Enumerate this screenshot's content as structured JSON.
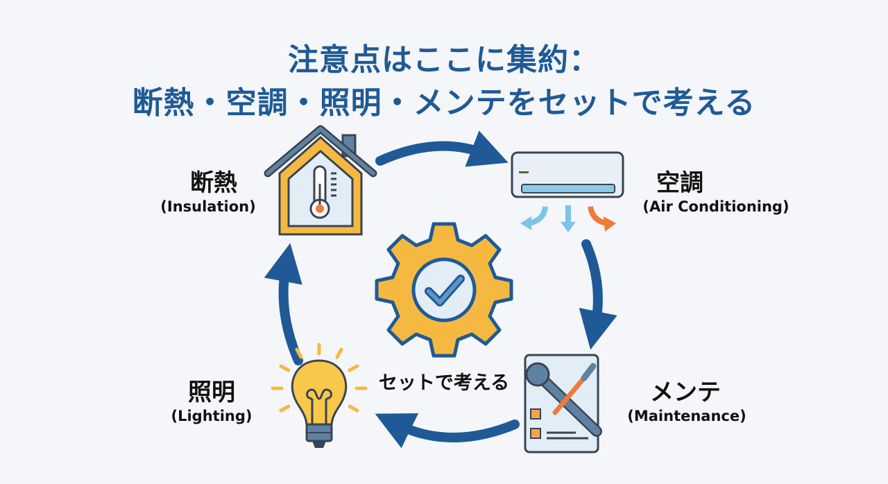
{
  "title": {
    "line1": "注意点はここに集約：",
    "line2": "断熱・空調・照明・メンテをセットで考える"
  },
  "nodes": {
    "insulation": {
      "jp": "断熱",
      "en": "(Insulation)",
      "icon": "house-thermometer-icon"
    },
    "air_conditioning": {
      "jp": "空調",
      "en": "(Air Conditioning)",
      "icon": "air-conditioner-icon"
    },
    "lighting": {
      "jp": "照明",
      "en": "(Lighting)",
      "icon": "light-bulb-icon"
    },
    "maintenance": {
      "jp": "メンテ",
      "en": "(Maintenance)",
      "icon": "wrench-screwdriver-checklist-icon"
    }
  },
  "center": {
    "label": "セットで考える",
    "icon": "gear-check-icon"
  },
  "colors": {
    "primary": "#1f5a96",
    "accent": "#f5b942",
    "orange": "#ef7b3a",
    "light_blue": "#7cc3ea",
    "outline": "#3a4452"
  }
}
